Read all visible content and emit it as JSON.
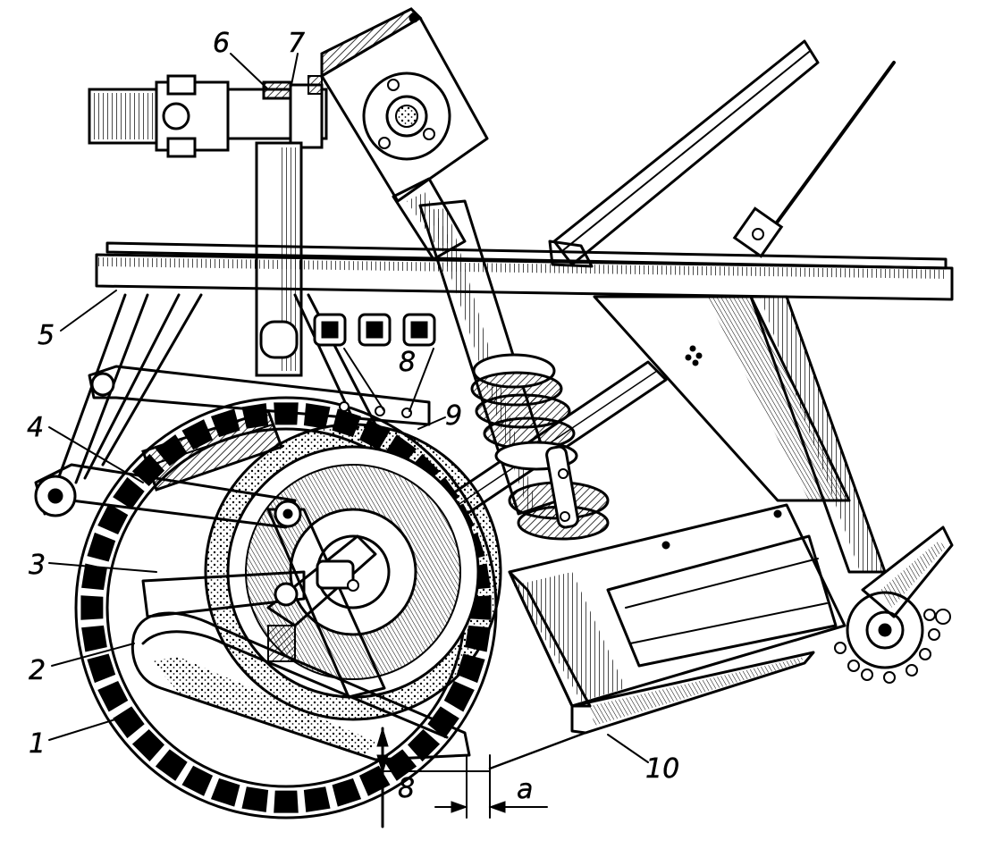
{
  "figure": {
    "callouts": {
      "c1": "1",
      "c2": "2",
      "c3": "3",
      "c4": "4",
      "c5": "5",
      "c6": "6",
      "c7": "7",
      "c8_top": "8",
      "c9": "9",
      "c10": "10",
      "c8_bottom": "8",
      "ca": "a"
    }
  }
}
